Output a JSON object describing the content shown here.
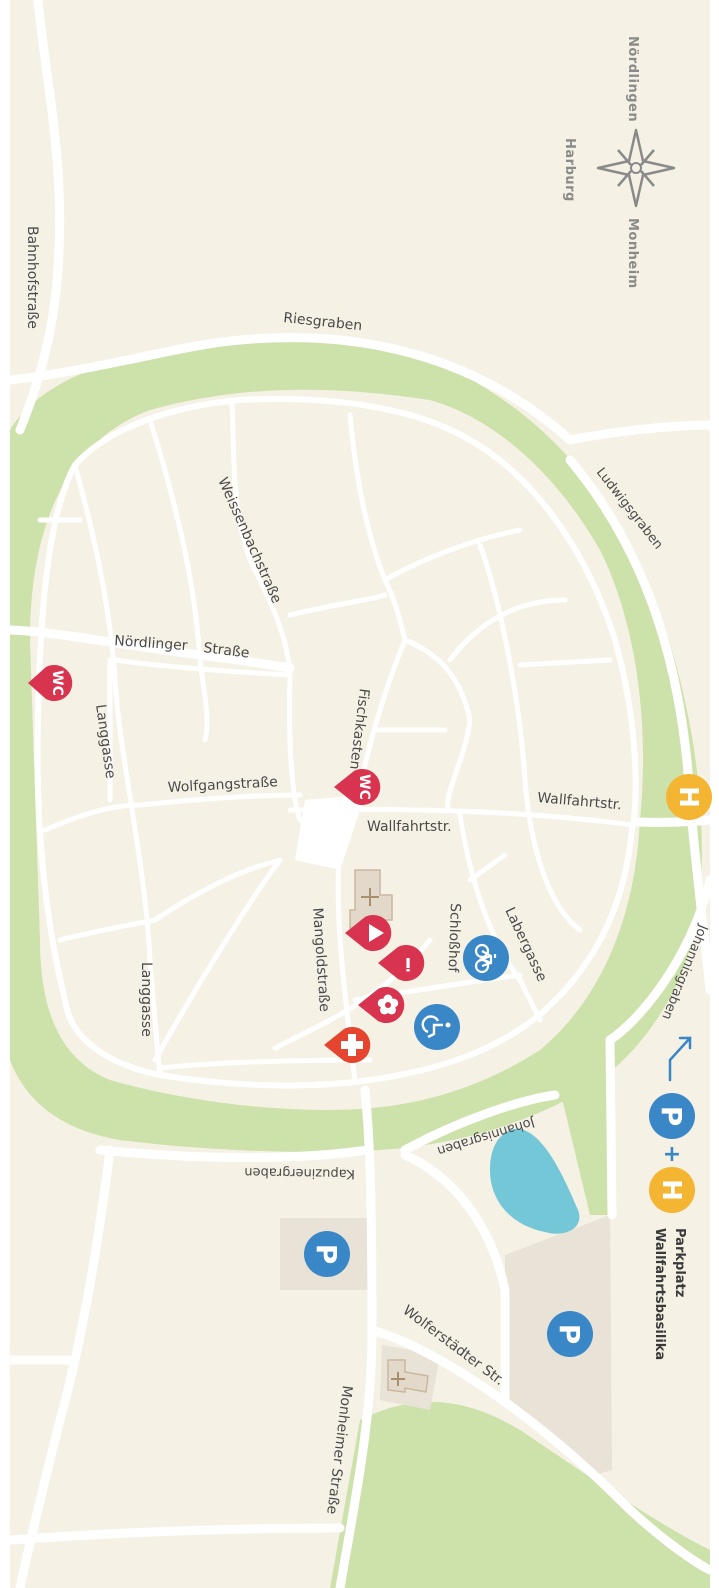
{
  "colors": {
    "land": "#f5f1e4",
    "green": "#cde1ab",
    "water": "#74c7d6",
    "parking_area": "#e9e2d6",
    "building": "#e2d9ca",
    "poi_red": "#d8344f",
    "aid_red": "#e5442f",
    "parking_blue": "#3a87c8",
    "bus_yellow": "#f3b532",
    "street_label": "#4a4a4a",
    "compass": "#8a8a8a"
  },
  "compass": {
    "north": "Nördlingen",
    "west": "Harburg",
    "east": "Monheim",
    "icon": "compass-rose-icon"
  },
  "streets": {
    "bahnhofstrasse": "Bahnhofstraße",
    "riesgraben": "Riesgraben",
    "ludwigsgraben": "Ludwigsgraben",
    "weissenbachstrasse": "Weissenbachstraße",
    "noerdlinger": "Nördlinger",
    "strasse": "Straße",
    "fischkasten": "Fischkasten",
    "langgasse_1": "Langgasse",
    "langgasse_2": "Langgasse",
    "wolfgangstrasse": "Wolfgangstraße",
    "wallfahrtstr_1": "Wallfahrtstr.",
    "wallfahrtstr_2": "Wallfahrtstr.",
    "mangoldstrasse": "Mangoldstraße",
    "schlosshof": "Schloßhof",
    "labergasse": "Labergasse",
    "johannisgraben_1": "Johannisgraben",
    "johannisgraben_2": "Johannisgraben",
    "kapuzinergraben": "Kapuzinergraben",
    "wolferstaedter": "Wolferstädter Str.",
    "monheimer": "Monheimer Straße"
  },
  "pois": {
    "wc_west": {
      "label": "WC",
      "icon": "wc-icon"
    },
    "wc_center": {
      "label": "WC",
      "icon": "wc-icon"
    },
    "info": {
      "label": "i",
      "icon": "info-icon"
    },
    "cinema": {
      "icon": "play-icon"
    },
    "flower": {
      "icon": "flower-icon"
    },
    "first_aid": {
      "icon": "first-aid-cross-icon"
    },
    "bike": {
      "icon": "bicycle-icon"
    },
    "accessible": {
      "icon": "wheelchair-icon"
    },
    "parking": {
      "label": "P",
      "icon": "parking-icon"
    },
    "bus": {
      "label": "H",
      "icon": "bus-stop-icon"
    }
  },
  "legend": {
    "arrow_icon": "arrow-up-right-icon",
    "plus": "+",
    "parking": "P",
    "bus": "H",
    "title_line1": "Parkplatz",
    "title_line2": "Wallfahrtsbasilika"
  }
}
